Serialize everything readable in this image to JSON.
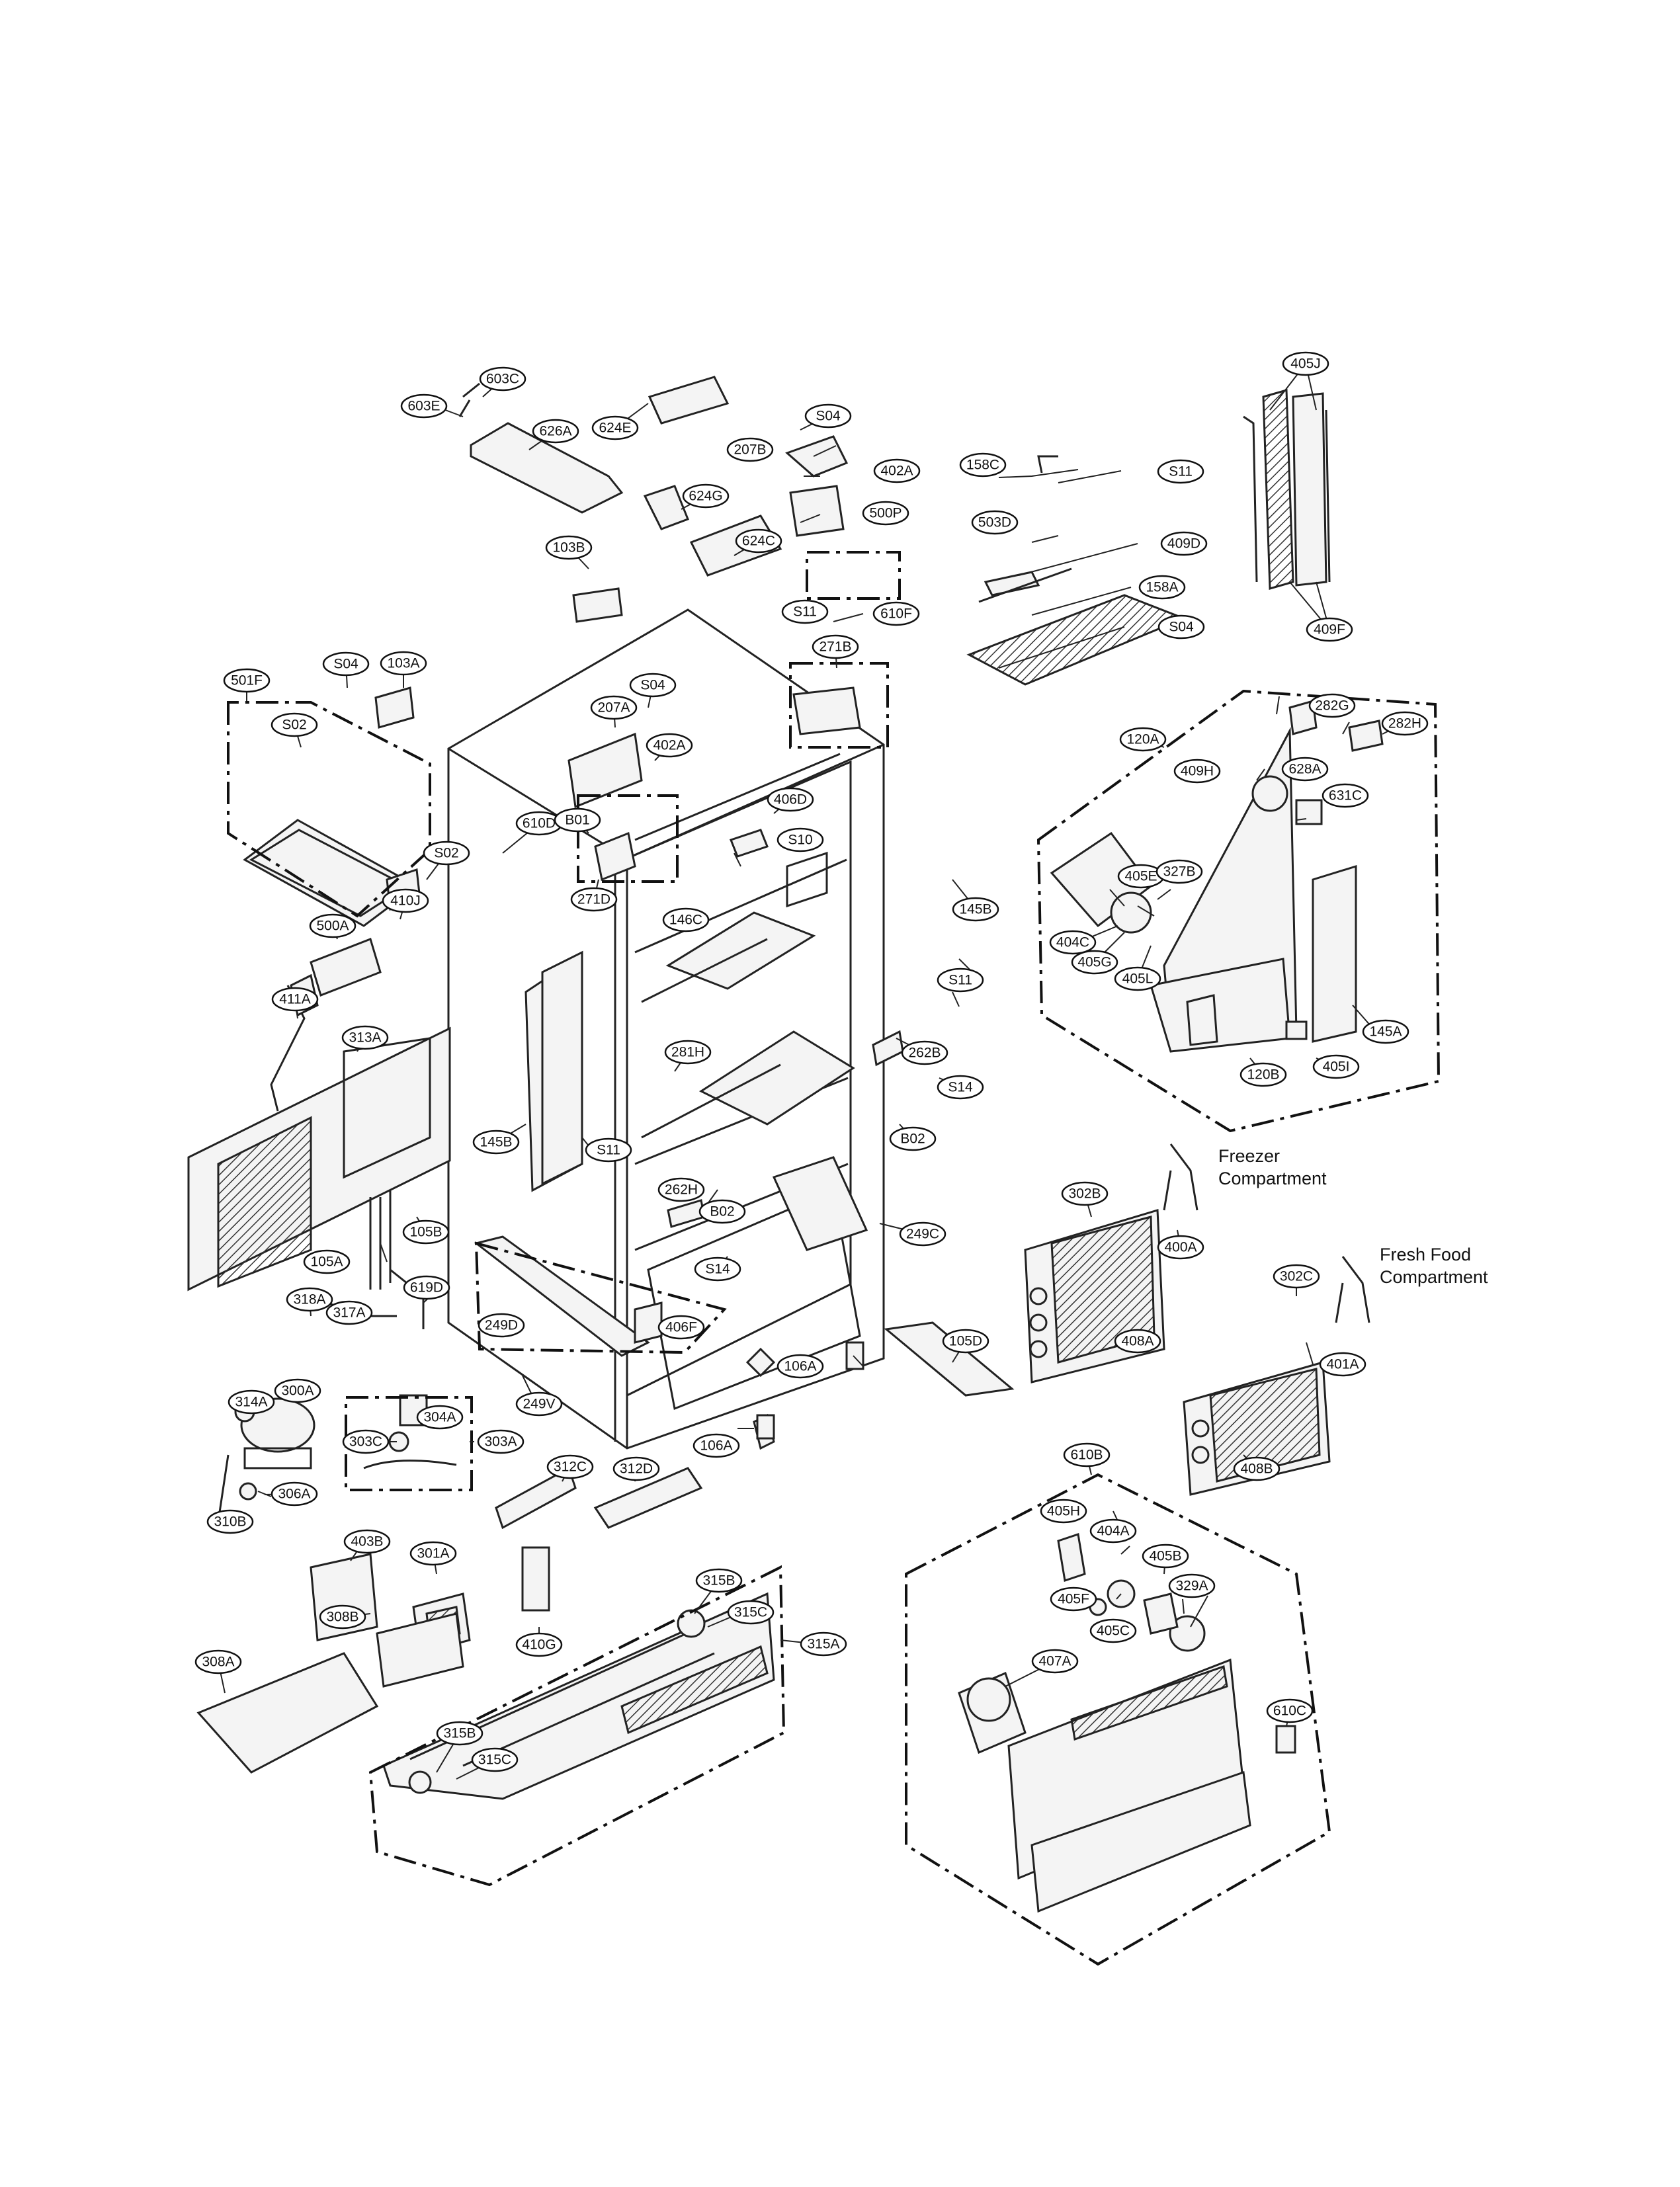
{
  "callouts": [
    "603C",
    "603E",
    "626A",
    "624E",
    "S04",
    "207B",
    "402A",
    "158C",
    "S11",
    "405J",
    "624G",
    "624C",
    "500P",
    "503D",
    "409D",
    "158A",
    "S04",
    "103B",
    "610F",
    "S11",
    "409F",
    "501F",
    "S04",
    "103A",
    "271B",
    "207A",
    "S04",
    "402A",
    "S02",
    "282G",
    "282H",
    "120A",
    "409H",
    "628A",
    "631C",
    "610D",
    "B01",
    "406D",
    "S10",
    "S02",
    "410J",
    "405E",
    "327B",
    "146C",
    "500A",
    "271D",
    "145B",
    "404C",
    "405G",
    "405L",
    "411A",
    "S11",
    "313A",
    "145A",
    "120B",
    "405I",
    "281H",
    "262B",
    "S14",
    "B02",
    "145B",
    "S11",
    "262H",
    "B02",
    "302B",
    "400A",
    "105B",
    "249C",
    "105A",
    "S14",
    "302C",
    "619D",
    "318A",
    "317A",
    "249D",
    "406F",
    "105D",
    "401A",
    "106A",
    "408A",
    "314A",
    "300A",
    "249V",
    "304A",
    "303C",
    "303A",
    "106A",
    "312C",
    "312D",
    "408B",
    "306A",
    "610B",
    "310B",
    "405H",
    "403B",
    "404A",
    "405B",
    "301A",
    "329A",
    "405F",
    "308B",
    "410G",
    "315B",
    "405C",
    "315C",
    "315A",
    "407A",
    "308A",
    "610C",
    "315B",
    "315C"
  ],
  "notes": {
    "freezer": [
      "Freezer",
      "Compartment"
    ],
    "fresh_food": [
      "Fresh Food",
      "Compartment"
    ]
  }
}
